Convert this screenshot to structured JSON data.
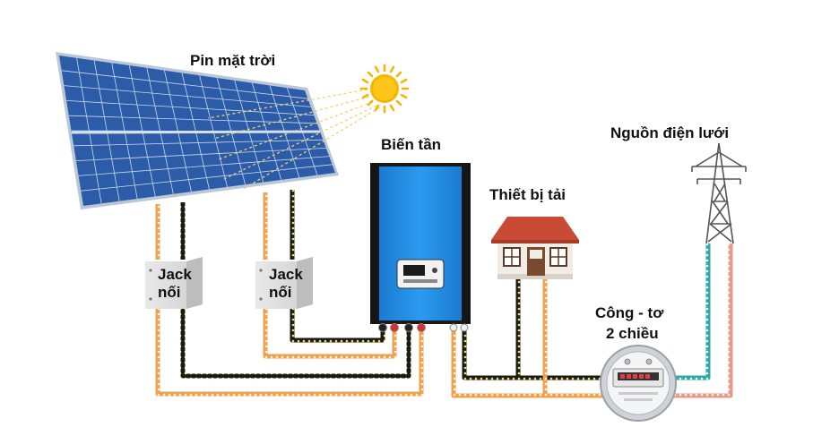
{
  "labels": {
    "solar_panel": "Pin mặt trời",
    "inverter": "Biến tần",
    "load": "Thiết bị tải",
    "grid": "Nguồn điện lưới",
    "meter_line1": "Công - tơ",
    "meter_line2": "2 chiều",
    "jack1_line1": "Jack",
    "jack1_line2": "nối",
    "jack2_line1": "Jack",
    "jack2_line2": "nối"
  },
  "colors": {
    "panel_frame": "#b9c7d6",
    "panel_cell": "#2c5ba8",
    "sun": "#f7b500",
    "inverter_body": "#1e88d8",
    "inverter_edge": "#1a1a1a",
    "house_roof": "#c94a35",
    "house_wall": "#f1ece4",
    "wire_orange": "#f0a04b",
    "wire_black": "#1a1a1a",
    "wire_yellow": "#e8d23a",
    "wire_teal": "#3fb5b0",
    "wire_salmon": "#e8a090",
    "tower": "#555555"
  }
}
